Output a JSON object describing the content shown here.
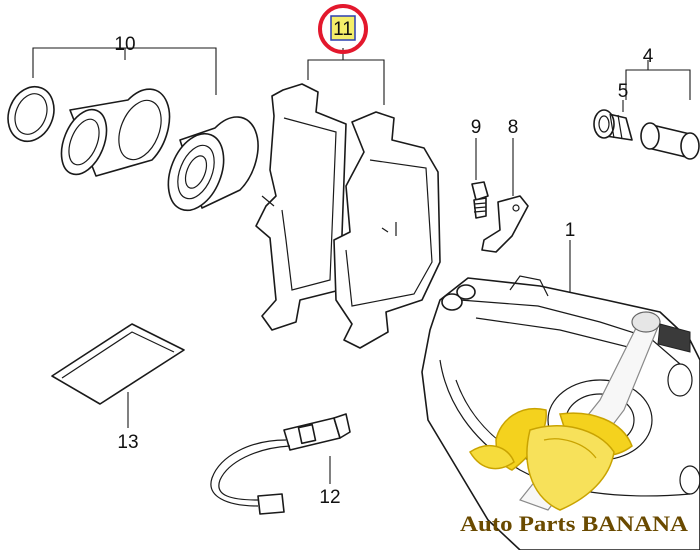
{
  "callouts": {
    "p1": "1",
    "p4": "4",
    "p5": "5",
    "p8": "8",
    "p9": "9",
    "p10": "10",
    "p11": "11",
    "p12": "12",
    "p13": "13"
  },
  "highlight": {
    "part": "11",
    "ring_color": "#e3182d",
    "fill_color": "#f4ee6a",
    "border_color": "#2b3fb0"
  },
  "watermark": {
    "text": "Auto Parts BANANA",
    "icon": "banana-logo-icon",
    "text_color": "#6a4a00",
    "banana_color": "#f4d21e"
  }
}
